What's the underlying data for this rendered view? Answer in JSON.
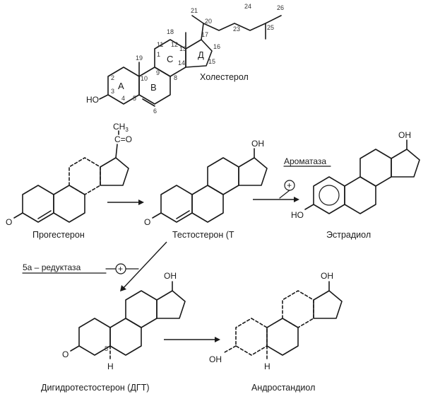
{
  "structures": {
    "cholesterol": {
      "name": "Холестерол",
      "substituent": "HO",
      "ring_labels": [
        "A",
        "B",
        "C",
        "Д"
      ],
      "atom_numbers": [
        "2",
        "3",
        "4",
        "5",
        "6",
        "10",
        "19",
        "9",
        "1",
        "11",
        "12",
        "18",
        "13",
        "14",
        "15",
        "16",
        "17",
        "8",
        "20",
        "21",
        "23",
        "24",
        "25",
        "26"
      ]
    },
    "progesterone": {
      "name": "Прогестерон",
      "groups": [
        "CH3",
        "C=O",
        "O"
      ],
      "ch3_text": "CH",
      "ch3_sub": "3",
      "co_text": "C=O"
    },
    "testosterone": {
      "name": "Тестостерон (Т",
      "groups": [
        "OH",
        "O"
      ]
    },
    "estradiol": {
      "name": "Эстрадиол",
      "groups": [
        "OH",
        "HO"
      ]
    },
    "dht": {
      "name": "Дигидротестостерон (ДГТ)",
      "groups": [
        "OH",
        "O",
        "5",
        "H"
      ]
    },
    "androstanediol": {
      "name": "Андростандиол",
      "groups": [
        "OH",
        "OH",
        "H"
      ]
    }
  },
  "enzymes": {
    "aromatase": {
      "label": "Ароматаза",
      "sign": "+"
    },
    "reductase": {
      "label": "5а – редуктаза",
      "sign": "+"
    }
  }
}
